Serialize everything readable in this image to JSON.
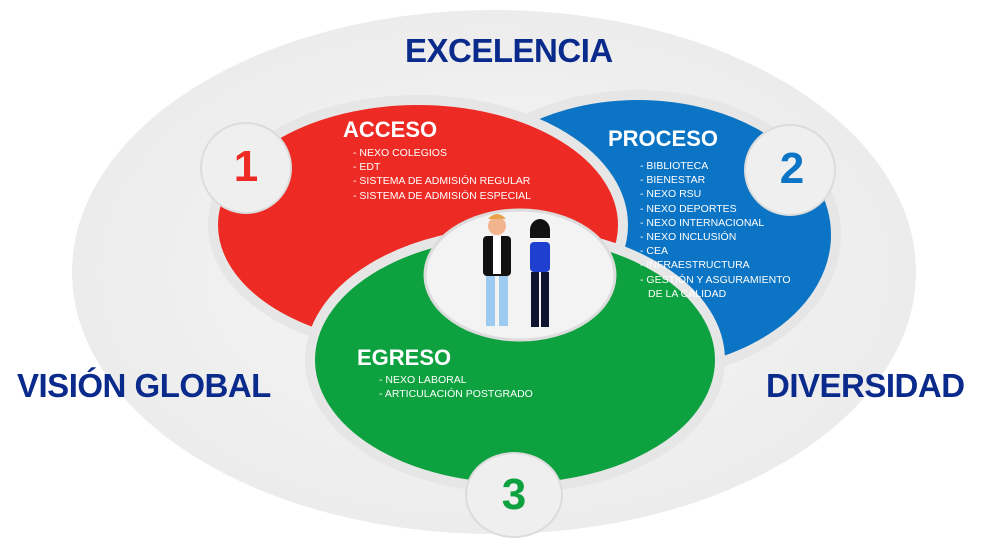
{
  "outer_labels": {
    "top": "EXCELENCIA",
    "left": "VISIÓN GLOBAL",
    "right": "DIVERSIDAD"
  },
  "sections": [
    {
      "number": "1",
      "title": "ACCESO",
      "color": "#ee2a24",
      "items": [
        "NEXO COLEGIOS",
        "EDT",
        "SISTEMA DE ADMISIÓN REGULAR",
        "SISTEMA DE ADMISIÓN ESPECIAL"
      ]
    },
    {
      "number": "2",
      "title": "PROCESO",
      "color": "#0b74c4",
      "items": [
        "BIBLIOTECA",
        "BIENESTAR",
        "NEXO RSU",
        "NEXO DEPORTES",
        "NEXO INTERNACIONAL",
        "NEXO INCLUSIÓN",
        "CEA",
        "INFRAESTRUCTURA",
        "GESTIÓN Y ASGURAMIENTO",
        "DE LA CALIDAD"
      ]
    },
    {
      "number": "3",
      "title": "EGRESO",
      "color": "#0ea13f",
      "items": [
        "NEXO LABORAL",
        "ARTICULACIÓN POSTGRADO"
      ]
    }
  ]
}
